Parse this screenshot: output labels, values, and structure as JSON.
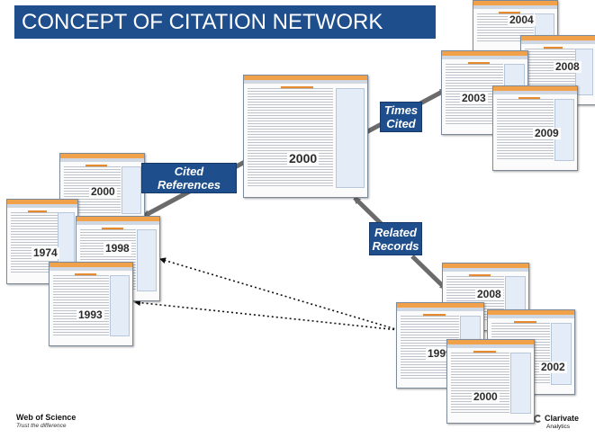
{
  "title": "CONCEPT OF CITATION NETWORK",
  "labels": {
    "cited_references": [
      "Cited",
      "References"
    ],
    "times_cited": [
      "Times",
      "Cited"
    ],
    "related_records": [
      "Related",
      "Records"
    ]
  },
  "documents": {
    "center": "2000",
    "cited_ref_2000": "2000",
    "cited_ref_1974": "1974",
    "cited_ref_1998": "1998",
    "cited_ref_1993": "1993",
    "times_cited_2004": "2004",
    "times_cited_2008": "2008",
    "times_cited_2003": "2003",
    "times_cited_2009": "2009",
    "related_2008": "2008",
    "related_1999": "1999",
    "related_2002": "2002",
    "related_2000": "2000"
  },
  "branding": {
    "wos_name": "Web of Science",
    "wos_tagline": "Trust the difference",
    "clarivate_name": "Clarivate",
    "clarivate_sub": "Analytics"
  },
  "colors": {
    "label_bg": "#1f4e8c",
    "arrow": "#666666",
    "doc_header": "#f0a14a"
  }
}
